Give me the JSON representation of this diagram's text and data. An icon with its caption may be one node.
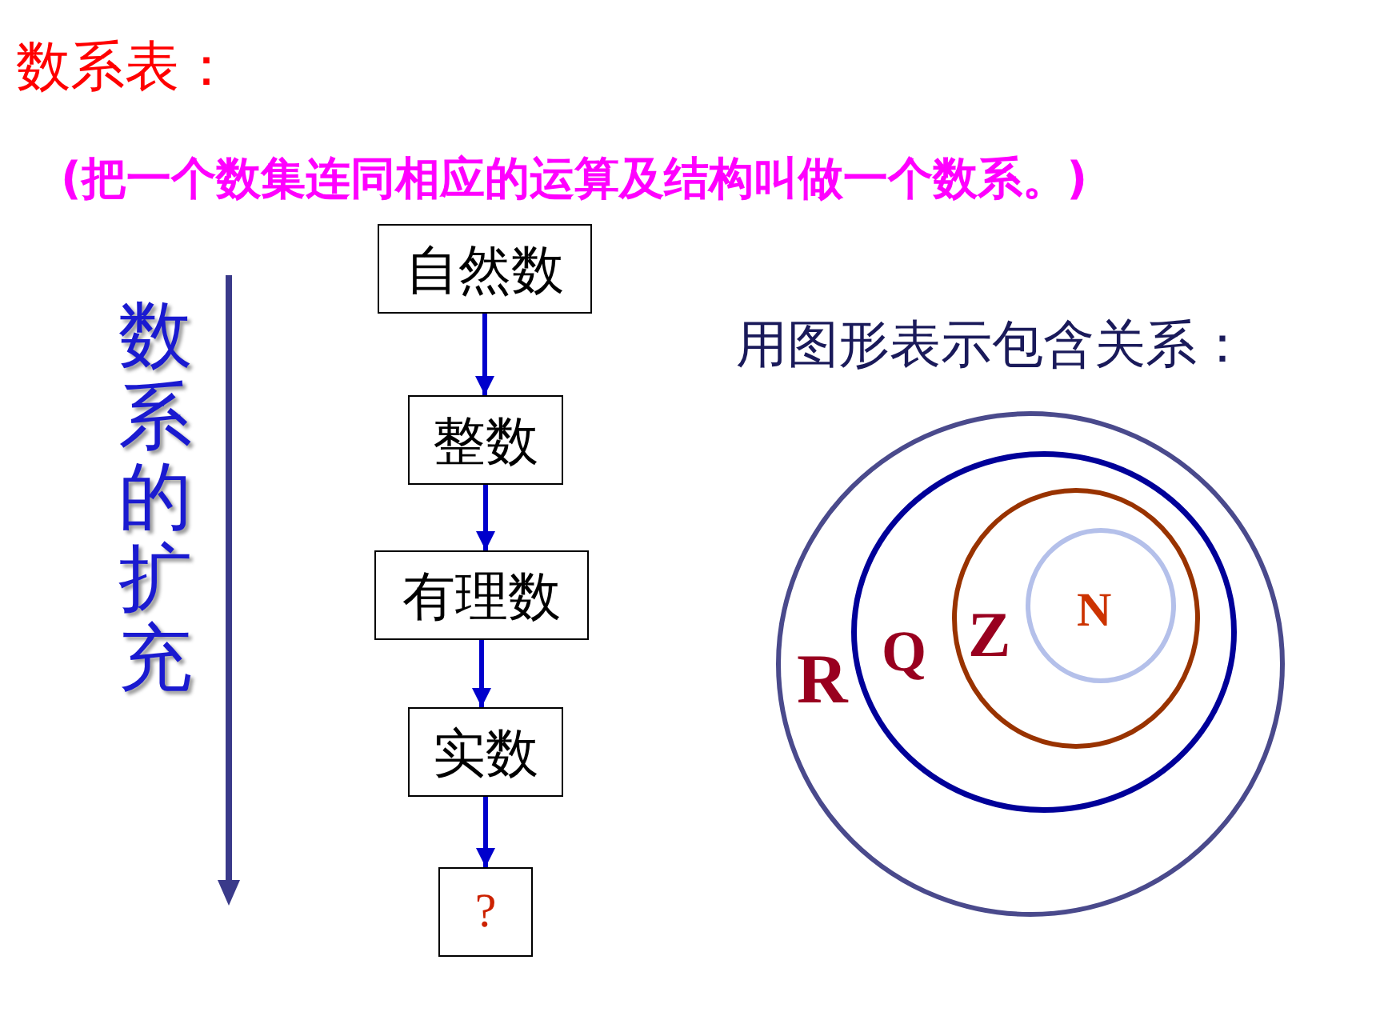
{
  "diagram": {
    "title": "数系表：",
    "nodes": [
      {
        "text": [
          "自然数"
        ]
      },
      {
        "text": [
          "整数"
        ]
      },
      {
        "text": [
          "有理数"
        ]
      },
      {
        "text": [
          "实数"
        ]
      },
      {
        "text": [
          "?"
        ]
      },
      {
        "text": [
          "R"
        ]
      },
      {
        "text": [
          "Q"
        ],
        "in": 5
      },
      {
        "text": [
          "Z"
        ],
        "in": 6
      },
      {
        "text": [
          "N"
        ],
        "in": 7
      }
    ],
    "edges": [
      {
        "from": 0,
        "to": 1,
        "arrow": "to"
      },
      {
        "from": 1,
        "to": 2,
        "arrow": "to"
      },
      {
        "from": 2,
        "to": 3,
        "arrow": "to"
      },
      {
        "from": 3,
        "to": 4,
        "arrow": "to"
      }
    ],
    "labels": [
      "(把一个数集连同相应的运算及结构叫做一个数系。)",
      "数系的扩充",
      "用图形表示包含关系："
    ]
  }
}
